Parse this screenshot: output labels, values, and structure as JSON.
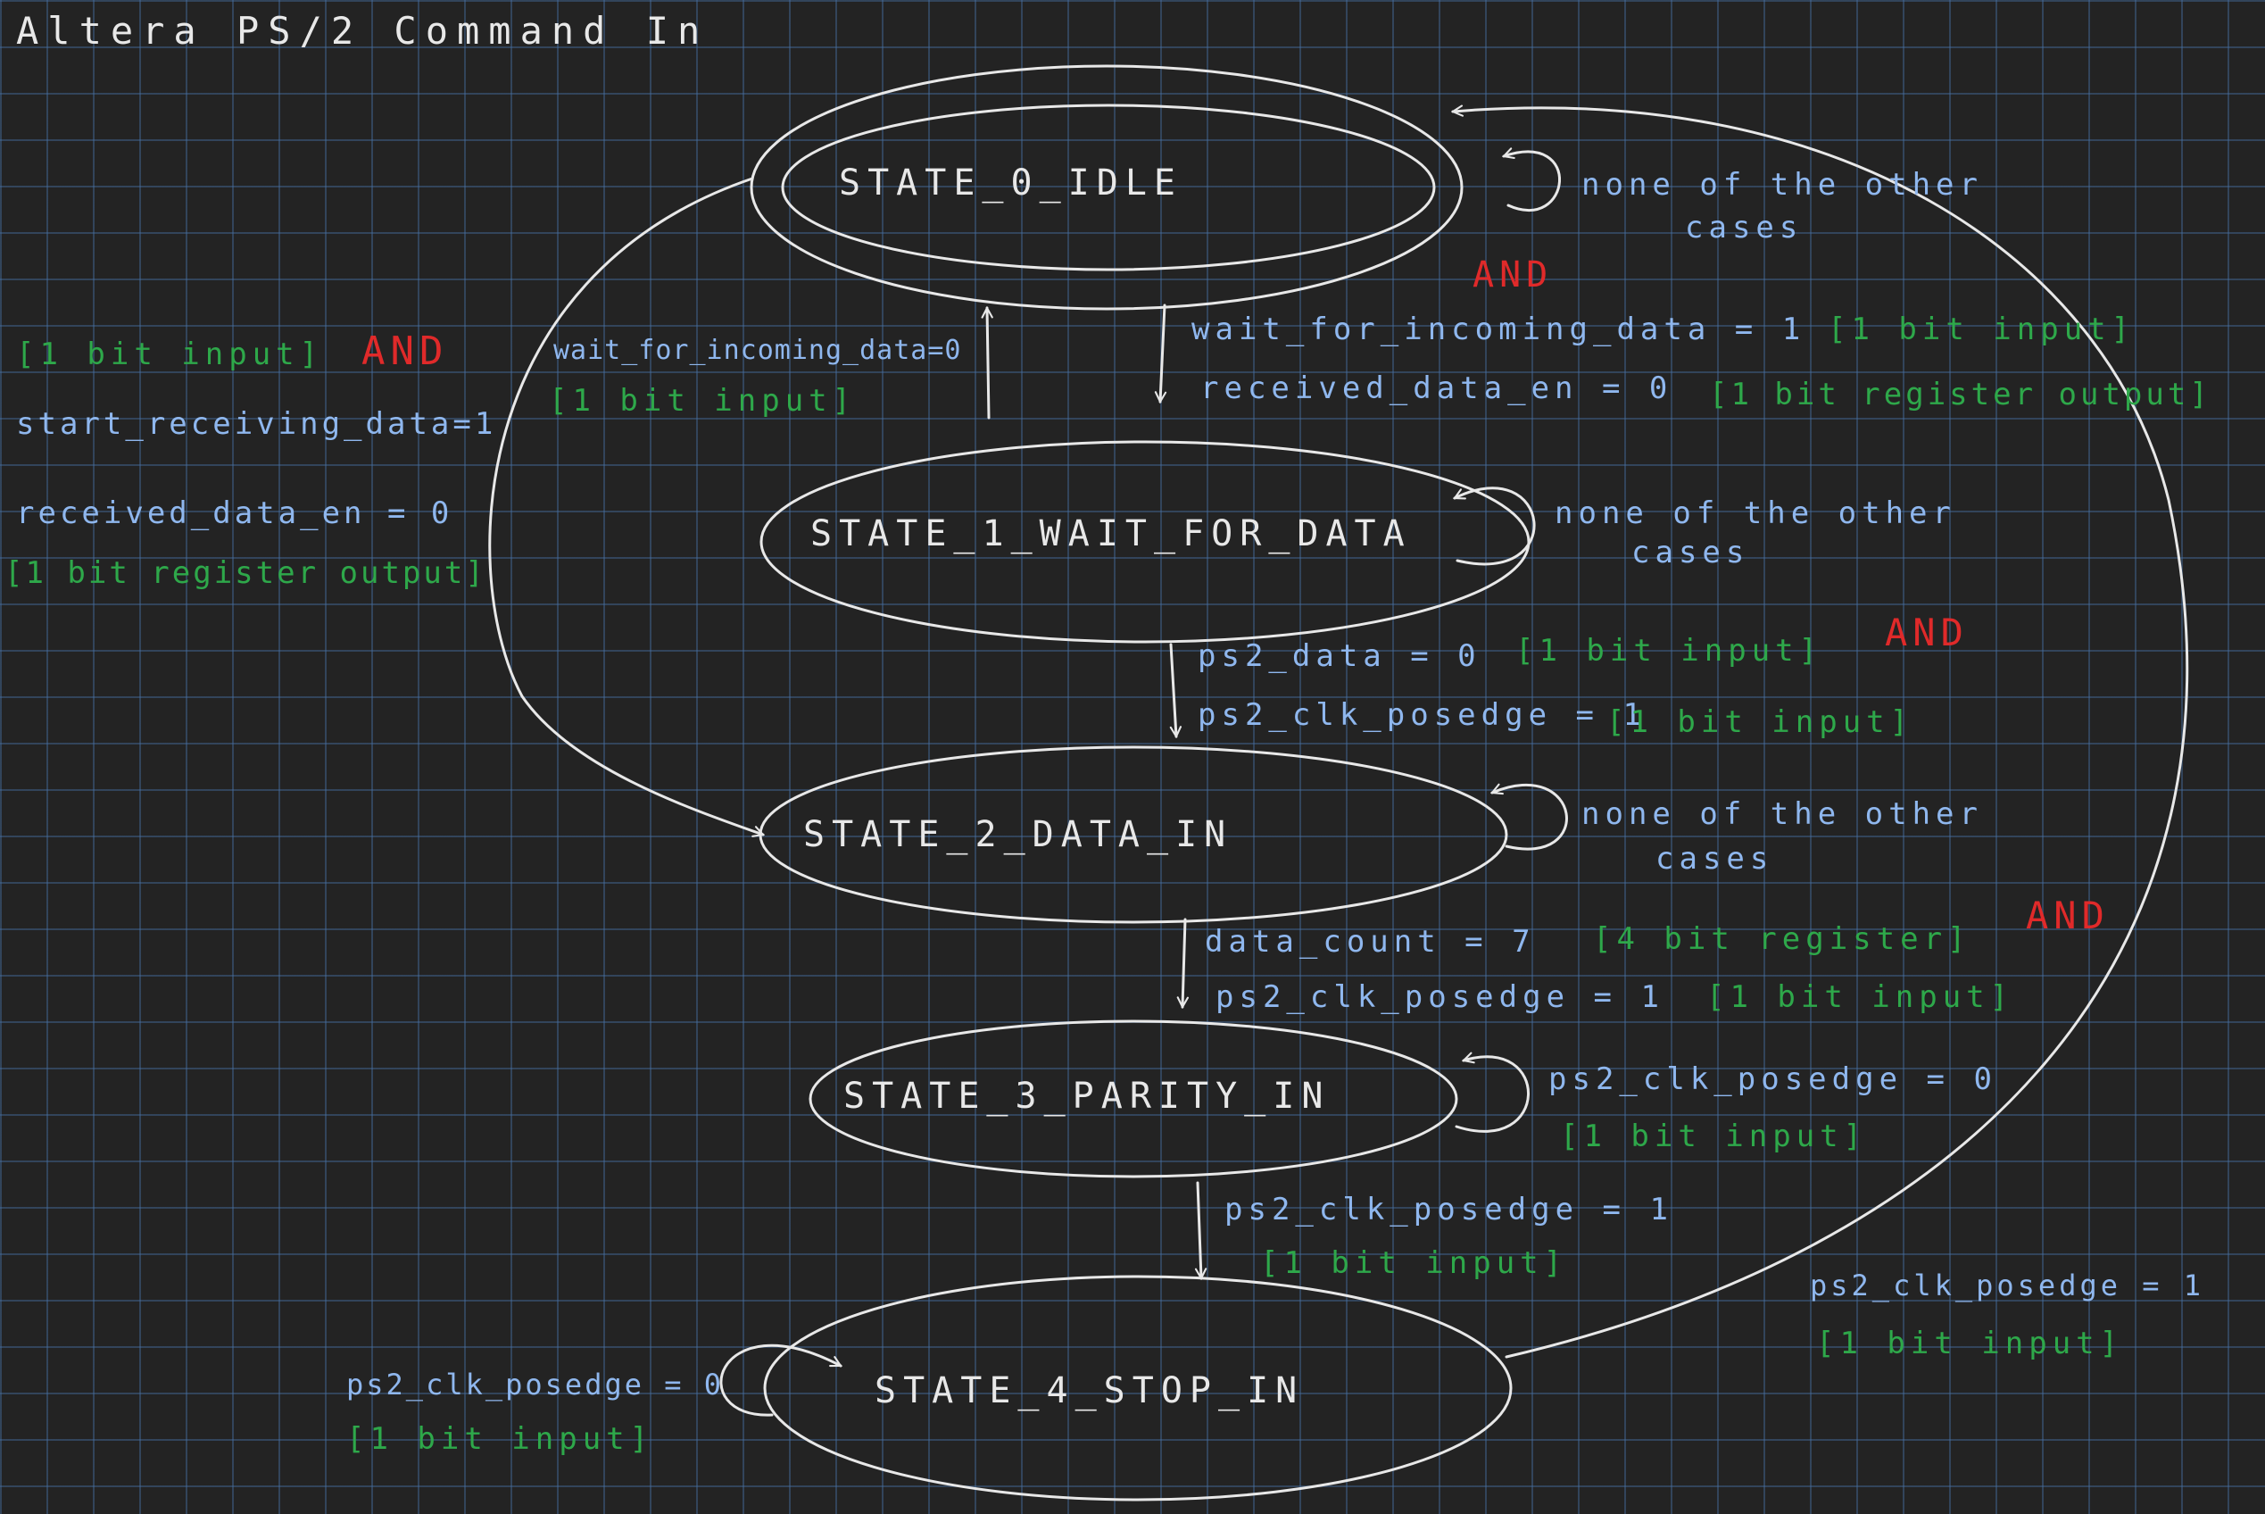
{
  "title": "Altera PS/2 Command In",
  "states": {
    "s0": "STATE_0_IDLE",
    "s1": "STATE_1_WAIT_FOR_DATA",
    "s2": "STATE_2_DATA_IN",
    "s3": "STATE_3_PARITY_IN",
    "s4": "STATE_4_STOP_IN"
  },
  "s0_self": {
    "line1": "none of the other",
    "line2": "cases"
  },
  "s0_to_s1": {
    "and": "AND",
    "cond1": "wait_for_incoming_data = 1",
    "cond1_type": "[1 bit input]",
    "cond2": "received_data_en = 0",
    "cond2_type": "[1 bit register output]"
  },
  "s1_to_s0": {
    "cond": "wait_for_incoming_data=0",
    "type": "[1 bit input]"
  },
  "s0_to_s2": {
    "type1": "[1 bit input]",
    "and": "AND",
    "cond1": "start_receiving_data=1",
    "cond2": "received_data_en = 0",
    "type2": "[1 bit register output]"
  },
  "s1_self": {
    "line1": "none of the other",
    "line2": "cases"
  },
  "s1_to_s2": {
    "cond1": "ps2_data = 0",
    "type1": "[1 bit input]",
    "and": "AND",
    "cond2": "ps2_clk_posedge = 1",
    "type2": "[1 bit input]"
  },
  "s2_self": {
    "line1": "none of the other",
    "line2": "cases"
  },
  "s2_to_s3": {
    "cond1": "data_count = 7",
    "type1": "[4 bit register]",
    "and": "AND",
    "cond2": "ps2_clk_posedge = 1",
    "type2": "[1 bit input]"
  },
  "s3_self": {
    "cond": "ps2_clk_posedge = 0",
    "type": "[1 bit input]"
  },
  "s3_to_s4": {
    "cond": "ps2_clk_posedge = 1",
    "type": "[1 bit input]"
  },
  "s4_to_s0": {
    "cond": "ps2_clk_posedge = 1",
    "type": "[1 bit input]"
  },
  "s4_self": {
    "cond": "ps2_clk_posedge = 0",
    "type": "[1 bit input]"
  },
  "colors": {
    "background": "#232323",
    "grid": "#46709f",
    "ink": "#e8e8e8",
    "condition": "#8fb7ee",
    "type_annotation": "#2ea84a",
    "and_operator": "#e02a2a"
  }
}
